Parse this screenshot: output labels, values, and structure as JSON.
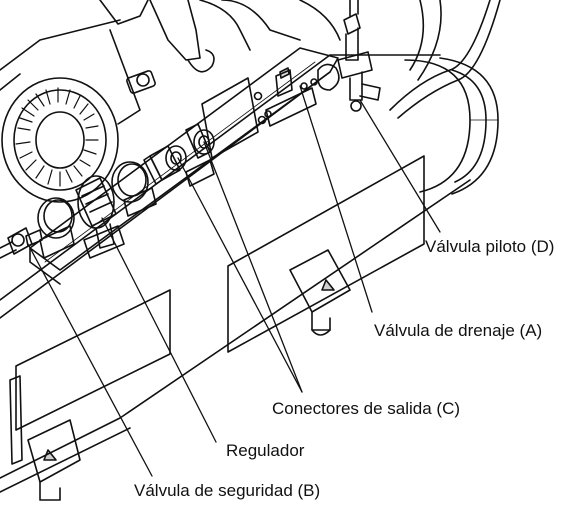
{
  "callouts": {
    "pilot_valve": "Válvula piloto (D)",
    "drain_valve": "Válvula de drenaje (A)",
    "outlet_connectors": "Conectores de salida (C)",
    "regulator": "Regulador",
    "safety_valve": "Válvula de seguridad (B)"
  },
  "colors": {
    "line": "#111111",
    "background": "#ffffff"
  }
}
